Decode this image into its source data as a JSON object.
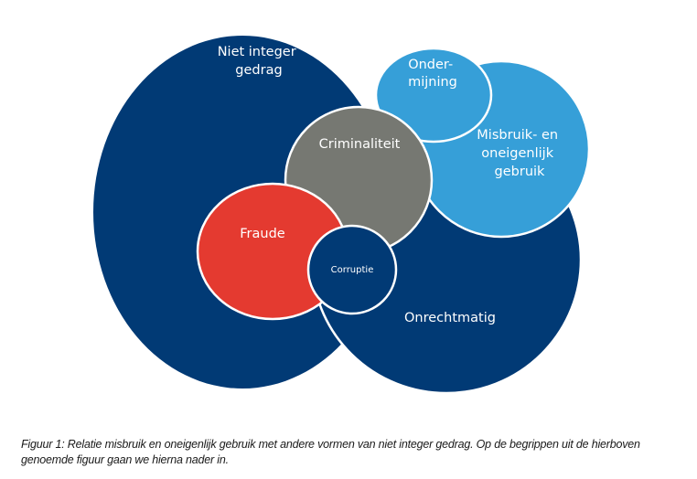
{
  "colors": {
    "dark_blue": "#013A75",
    "light_blue": "#369FD8",
    "grey": "#767872",
    "red": "#E43A30",
    "outline": "#ffffff"
  },
  "nodes": {
    "niet_integer": {
      "lines": [
        "Niet integer",
        "gedrag"
      ]
    },
    "onrechtmatig": {
      "lines": [
        "Onrechtmatig"
      ]
    },
    "misbruik": {
      "lines": [
        "Misbruik- en",
        "oneigenlijk",
        "gebruik"
      ]
    },
    "ondermijning": {
      "lines": [
        "Onder-",
        "mijning"
      ]
    },
    "criminaliteit": {
      "lines": [
        "Criminaliteit"
      ]
    },
    "fraude": {
      "lines": [
        "Fraude"
      ]
    },
    "corruptie": {
      "lines": [
        "Corruptie"
      ]
    }
  },
  "caption": "Figuur 1: Relatie misbruik en oneigenlijk gebruik met andere vormen van niet integer gedrag. Op de begrippen uit de hierboven genoemde figuur gaan we hierna nader in."
}
